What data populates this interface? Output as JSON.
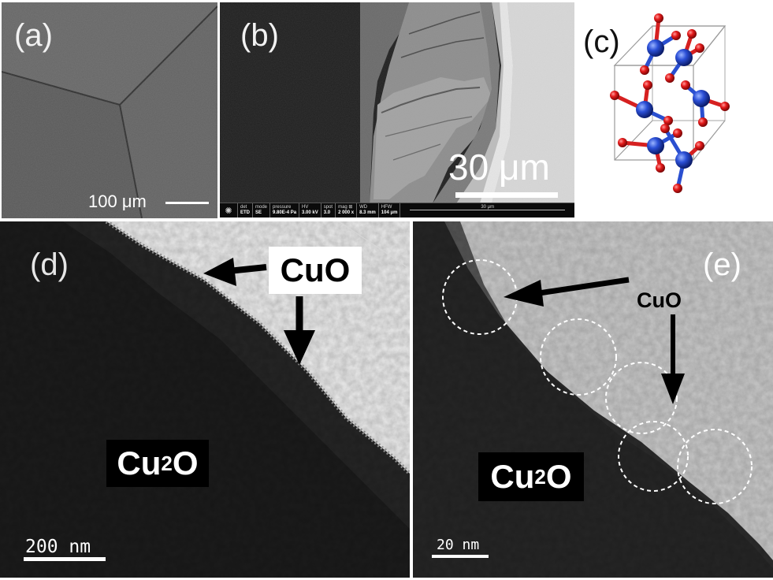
{
  "panels": {
    "a": {
      "label": "(a)",
      "scale_text": "100 μm"
    },
    "b": {
      "label": "(b)",
      "scale_text": "30 μm",
      "infobar": {
        "fields": [
          {
            "h": "det",
            "v": "ETD"
          },
          {
            "h": "mode",
            "v": "SE"
          },
          {
            "h": "pressure",
            "v": "9.80E-4 Pa"
          },
          {
            "h": "HV",
            "v": "3.00 kV"
          },
          {
            "h": "spot",
            "v": "3.0"
          },
          {
            "h": "mag ⊞",
            "v": "2 000 x"
          },
          {
            "h": "WD",
            "v": "8.3 mm"
          },
          {
            "h": "HFW",
            "v": "104 μm"
          }
        ],
        "scale_text": "30 μm"
      }
    },
    "c": {
      "label": "(c)"
    },
    "d": {
      "label": "(d)",
      "cuo": "CuO",
      "cu2o_main": "Cu",
      "cu2o_sub": "2",
      "cu2o_tail": "O",
      "scale_text": "200 nm"
    },
    "e": {
      "label": "(e)",
      "cuo": "CuO",
      "cu2o_main": "Cu",
      "cu2o_sub": "2",
      "cu2o_tail": "O",
      "scale_text": "20 nm"
    }
  },
  "colors": {
    "atom_cu": "#1f44c4",
    "atom_o": "#e01818",
    "bond_cu": "#2a4fd0",
    "bond_o": "#d62020"
  }
}
